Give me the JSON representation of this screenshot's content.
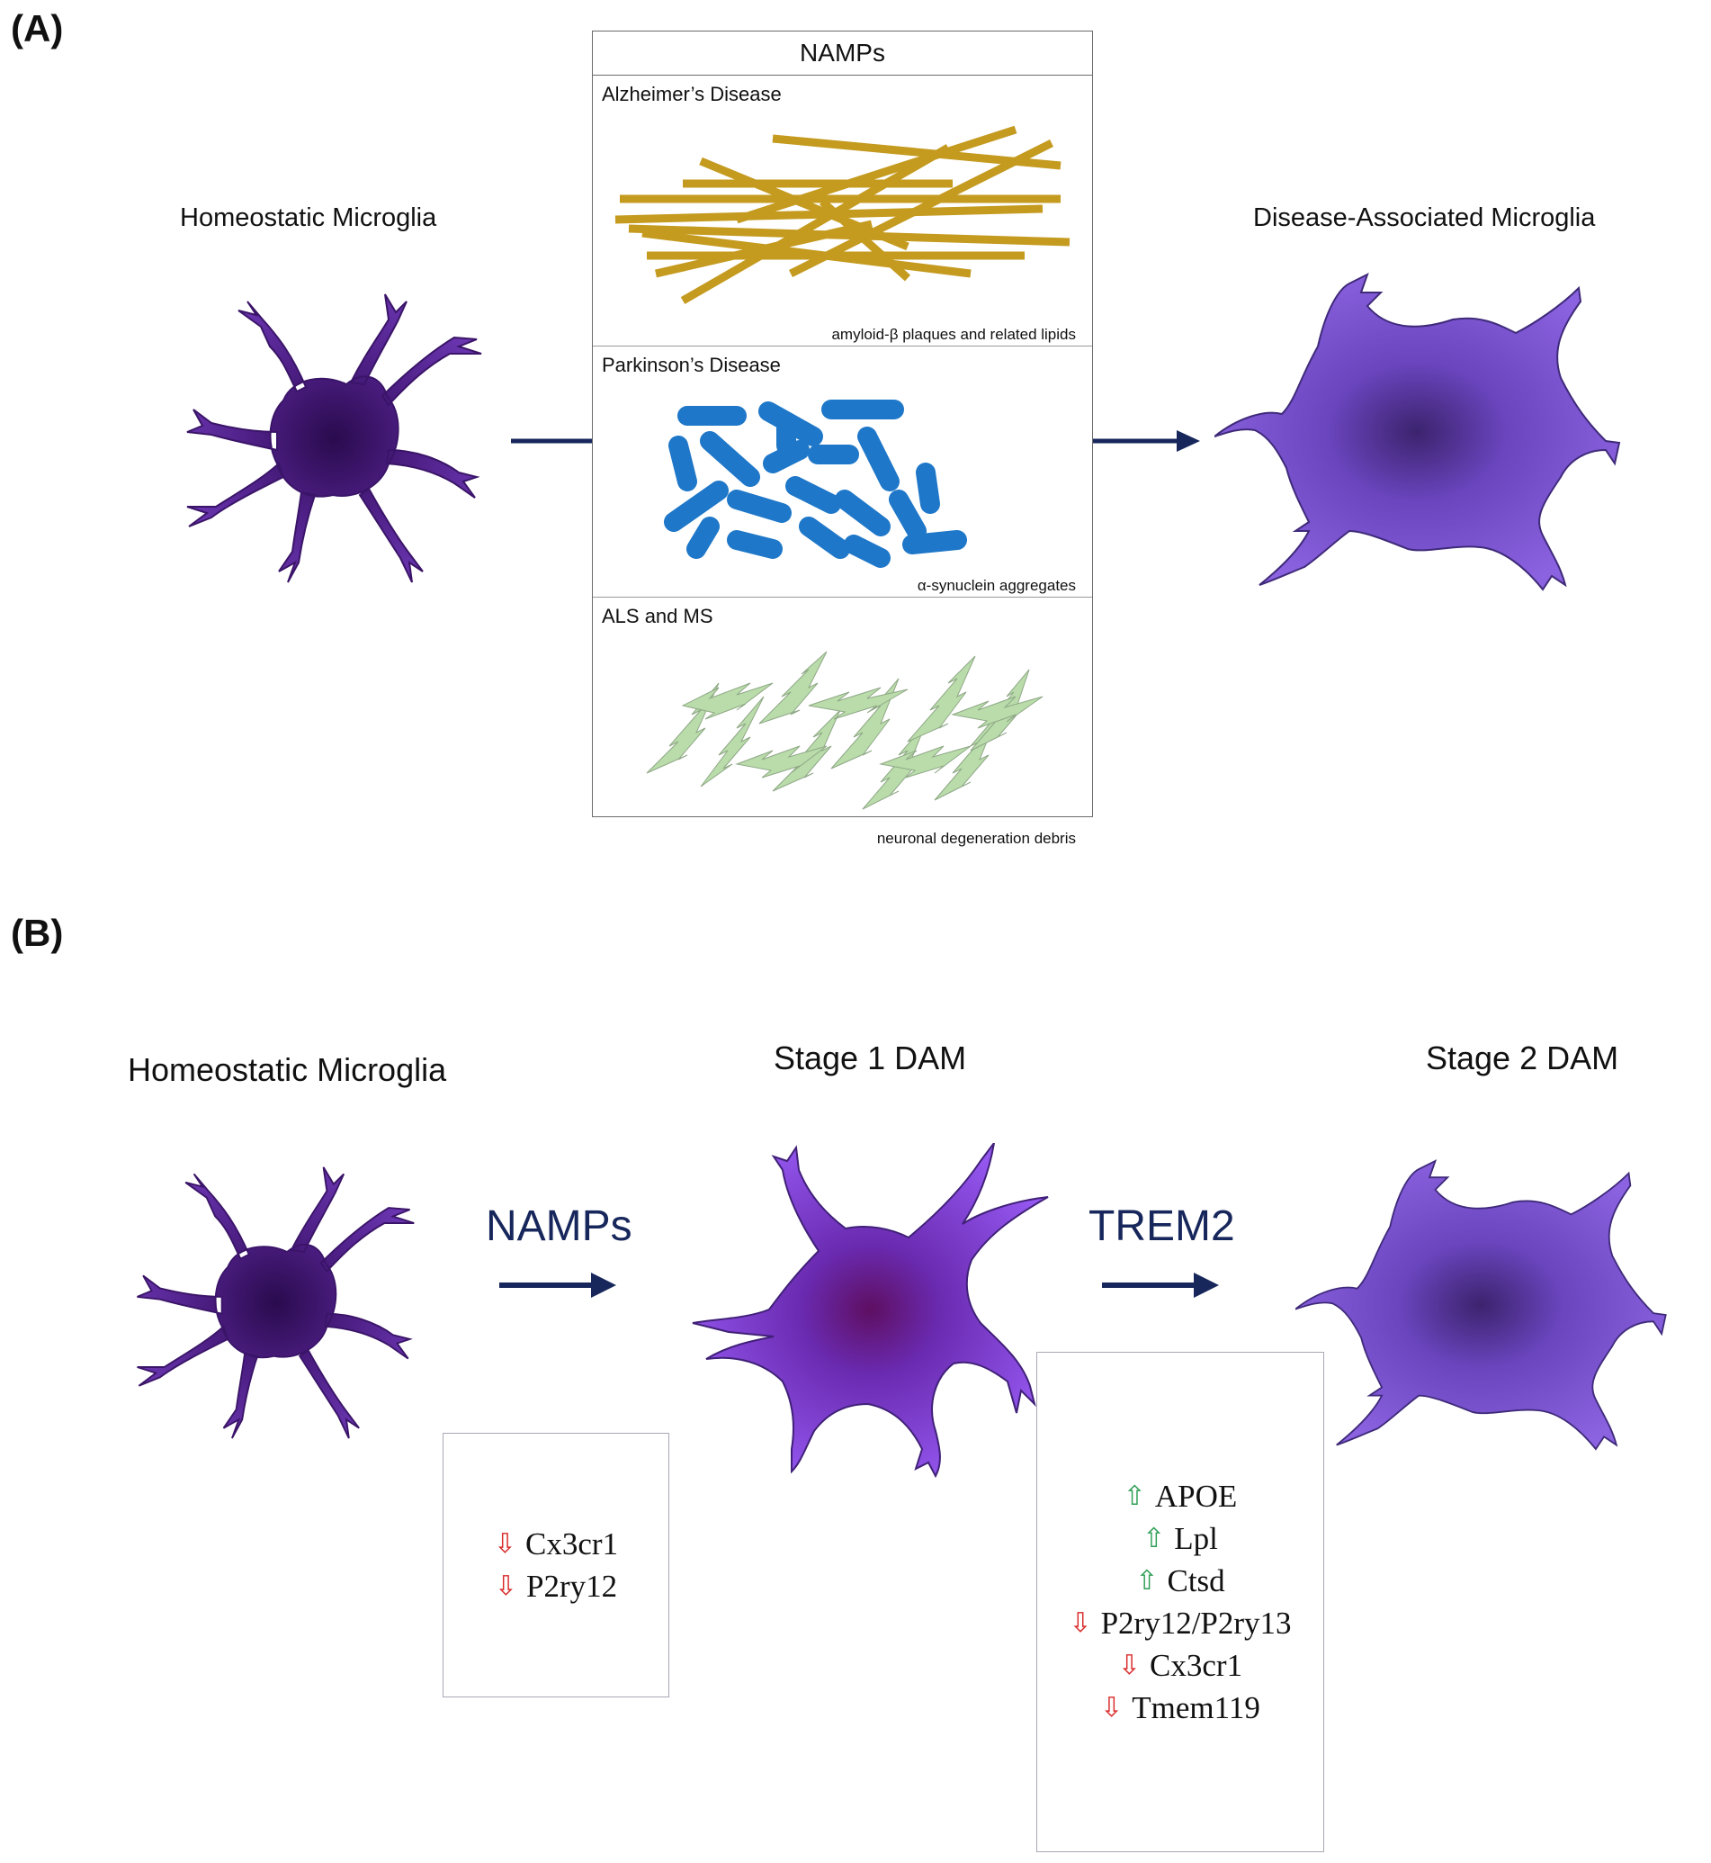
{
  "panel_a": {
    "label": "(A)",
    "left_title": "Homeostatic Microglia",
    "right_title": "Disease-Associated Microglia",
    "box_title": "NAMPs",
    "sections": [
      {
        "title": "Alzheimer’s Disease",
        "caption": "amyloid-β plaques and related lipids"
      },
      {
        "title": "Parkinson’s Disease",
        "caption": "α-synuclein aggregates"
      },
      {
        "title": "ALS and MS",
        "caption": "neuronal degeneration debris"
      }
    ]
  },
  "panel_b": {
    "label": "(B)",
    "titles": [
      "Homeostatic Microglia",
      "Stage 1 DAM",
      "Stage 2 DAM"
    ],
    "arrow1_label": "NAMPs",
    "arrow2_label": "TREM2",
    "stage1_genes": [
      {
        "direction": "down",
        "arrow": "⇩",
        "name": "Cx3cr1"
      },
      {
        "direction": "down",
        "arrow": "⇩",
        "name": "P2ry12"
      }
    ],
    "stage2_genes": [
      {
        "direction": "up",
        "arrow": "⇧",
        "name": "APOE"
      },
      {
        "direction": "up",
        "arrow": "⇧",
        "name": "Lpl"
      },
      {
        "direction": "up",
        "arrow": "⇧",
        "name": "Ctsd"
      },
      {
        "direction": "down",
        "arrow": "⇩",
        "name": "P2ry12/P2ry13"
      },
      {
        "direction": "down",
        "arrow": "⇩",
        "name": "Cx3cr1"
      },
      {
        "direction": "down",
        "arrow": "⇩",
        "name": "Tmem119"
      }
    ]
  },
  "colors": {
    "arrow": "#17275c",
    "up": "#2e9e55",
    "down": "#d92a2a",
    "homeostatic_cell": "#4e1f86",
    "dam_cell": "#7f55d3",
    "stage1_cell": "#8b4fe0",
    "amyloid": "#c49a1f",
    "synuclein": "#1e77c8",
    "debris": "#b9dcaa"
  }
}
